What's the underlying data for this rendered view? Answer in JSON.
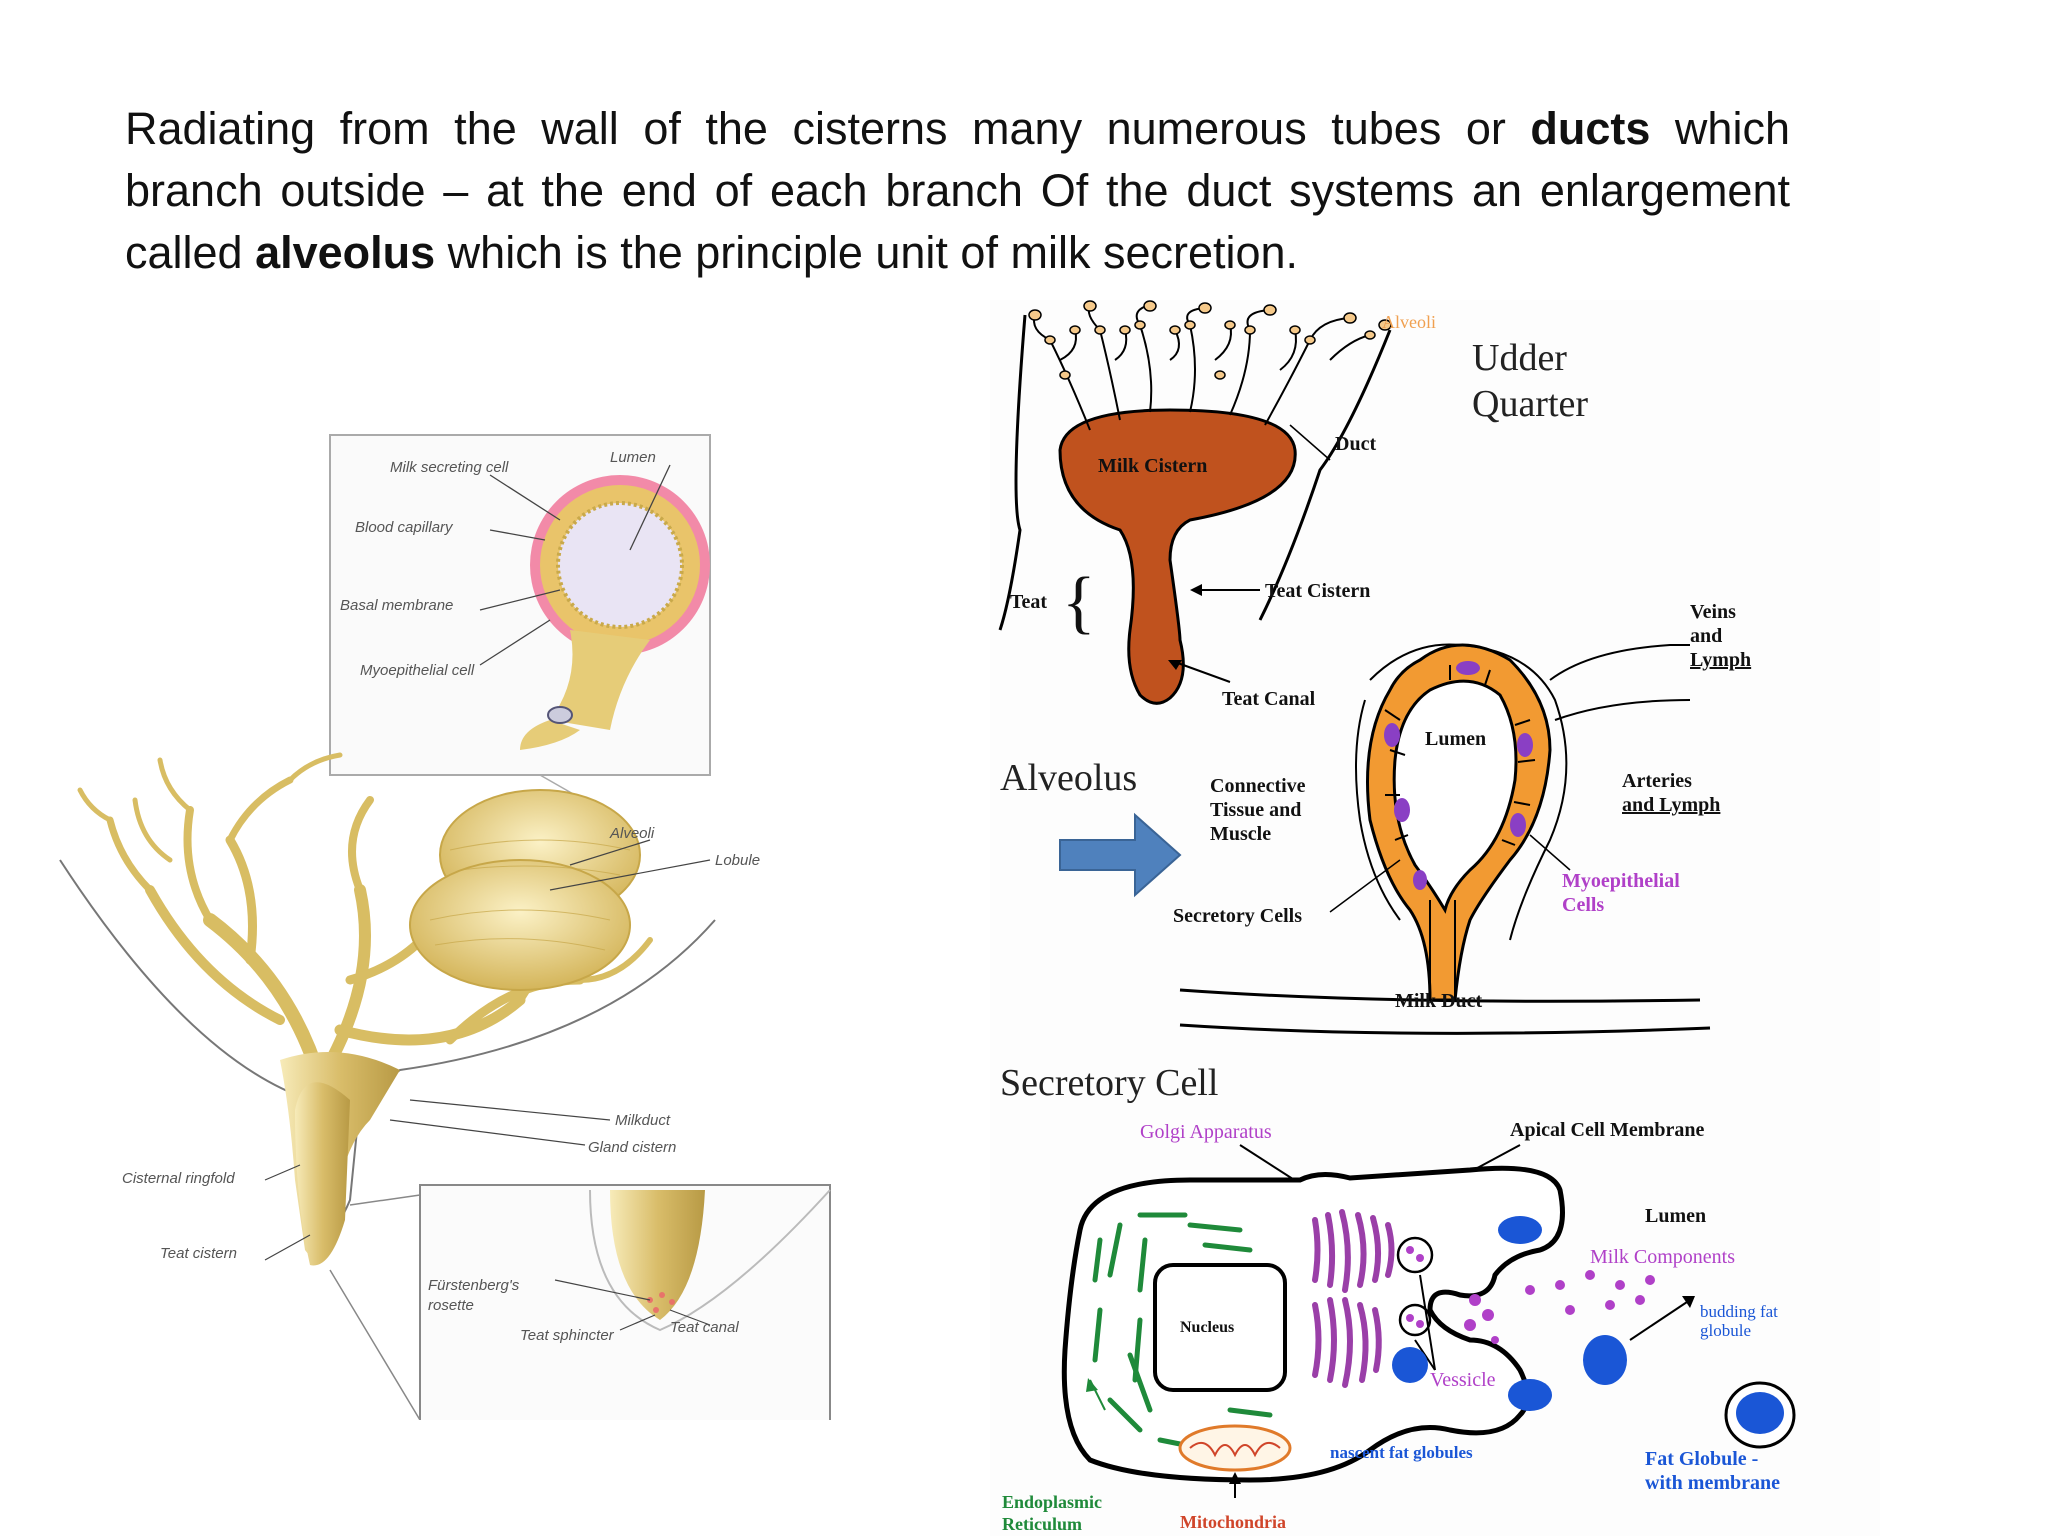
{
  "paragraph": {
    "part1": "Radiating from the wall of the cisterns many numerous tubes or ",
    "bold1": "ducts",
    "part2": " which branch outside – at the end of each branch Of the duct systems an enlargement called ",
    "bold2": "alveolus",
    "part3": " which is the principle unit of milk secretion."
  },
  "left_figure": {
    "labels": {
      "milk_secreting_cell": "Milk secreting cell",
      "lumen": "Lumen",
      "blood_capillary": "Blood capillary",
      "basal_membrane": "Basal membrane",
      "myoepithelial_cell": "Myoepithelial cell",
      "alveoli": "Alveoli",
      "lobule": "Lobule",
      "milk_duct": "Milkduct",
      "gland_cistern": "Gland cistern",
      "cisternal_ring": "Cisternal ringfold",
      "teat_cistern": "Teat cistern",
      "furstenberg_1": "Fürstenberg's",
      "furstenberg_2": "rosette",
      "teat_sphincter": "Teat sphincter",
      "teat_canal": "Teat canal"
    }
  },
  "right_figure": {
    "udder": {
      "alveoli": "Alveoli",
      "title_1": "Udder",
      "title_2": "Quarter",
      "milk_cistern": "Milk Cistern",
      "duct": "Duct",
      "teat": "Teat",
      "teat_cistern": "Teat Cistern",
      "teat_canal": "Teat Canal"
    },
    "alveolus": {
      "title": "Alveolus",
      "veins_1": "Veins",
      "veins_2": "and",
      "veins_3": "Lymph",
      "lumen": "Lumen",
      "connective_1": "Connective",
      "connective_2": "Tissue and",
      "connective_3": "Muscle",
      "arteries_1": "Arteries",
      "arteries_2": "and Lymph",
      "myo_1": "Myoepithelial",
      "myo_2": "Cells",
      "secretory_cells": "Secretory Cells",
      "milk_duct": "Milk Duct"
    },
    "cell": {
      "title": "Secretory Cell",
      "golgi": "Golgi Apparatus",
      "apical": "Apical Cell Membrane",
      "lumen": "Lumen",
      "milk_components": "Milk Components",
      "nucleus": "Nucleus",
      "budding_1": "budding fat",
      "budding_2": "globule",
      "vessicle": "Vessicle",
      "nascent": "nascent fat globules",
      "fat_globule_1": "Fat Globule -",
      "fat_globule_2": "with membrane",
      "er_1": "Endoplasmic",
      "er_2": "Reticulum",
      "mito": "Mitochondria"
    },
    "colors": {
      "cistern": "#c0521e",
      "alveolus_wall": "#f29a32",
      "myoepithelial": "#8a3fc4",
      "label_purple": "#b040c8",
      "label_blue": "#1a56d6",
      "label_green": "#1f8a3a",
      "label_red": "#d0452a",
      "label_orange": "#f0a050",
      "arrow": "#4f81bd"
    }
  }
}
